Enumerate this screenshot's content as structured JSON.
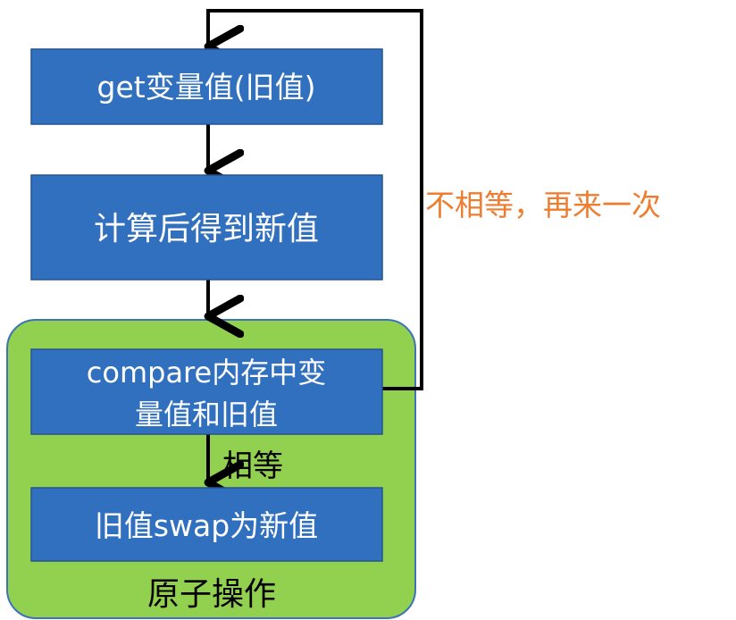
{
  "colors": {
    "box_fill": "#3070BF",
    "box_stroke": "#24548F",
    "group_fill": "#92D050",
    "group_stroke": "#3E74B7",
    "arrow": "#000000",
    "loop_label": "#ED7D31"
  },
  "nodes": {
    "get_old_value": "get变量值(旧值)",
    "compute_new_value": "计算后得到新值",
    "compare_line1": "compare内存中变",
    "compare_line2": "量值和旧值",
    "swap_new_value": "旧值swap为新值"
  },
  "group": {
    "label": "原子操作"
  },
  "edges": {
    "equal_label": "相等",
    "not_equal_label": "不相等，再来一次"
  }
}
